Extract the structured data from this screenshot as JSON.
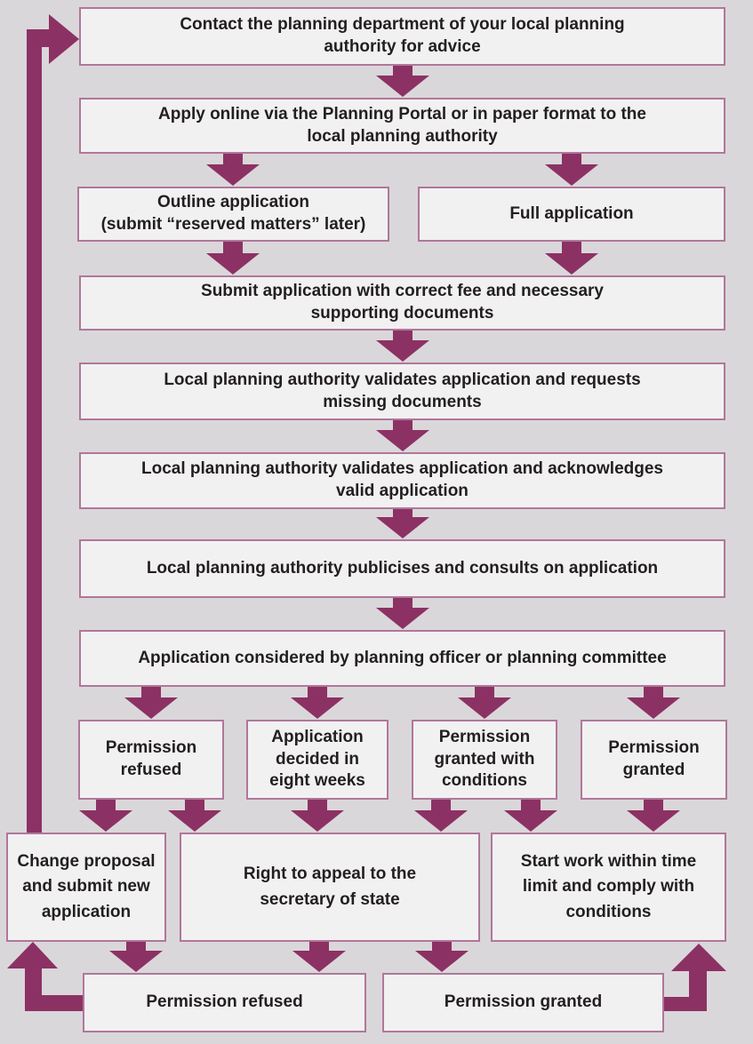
{
  "colors": {
    "background": "#dad7da",
    "box_fill": "#f2f1f2",
    "box_border": "#b0779a",
    "arrow": "#8c3164",
    "text": "#231f20"
  },
  "flowchart": {
    "nodes": {
      "contact": {
        "lines": [
          "Contact the planning department of your local planning",
          "authority for advice"
        ]
      },
      "apply": {
        "lines": [
          "Apply online via the Planning Portal or in paper format to the",
          "local planning authority"
        ]
      },
      "outline_application": {
        "lines": [
          "Outline application",
          "(submit “reserved matters” later)"
        ]
      },
      "full_application": {
        "lines": [
          "Full application"
        ]
      },
      "submit_application": {
        "lines": [
          "Submit application with correct fee and necessary",
          "supporting documents"
        ]
      },
      "validates_requests": {
        "lines": [
          "Local planning authority validates application and requests",
          "missing documents"
        ]
      },
      "validates_acknowledges": {
        "lines": [
          "Local planning authority validates application and acknowledges",
          "valid application"
        ]
      },
      "publicises_consults": {
        "lines": [
          "Local planning authority publicises and consults on application"
        ]
      },
      "application_considered": {
        "lines": [
          "Application considered by planning officer or planning committee"
        ]
      },
      "permission_refused_1": {
        "lines": [
          "Permission",
          "refused"
        ]
      },
      "decided_eight_weeks": {
        "lines": [
          "Application",
          "decided in",
          "eight weeks"
        ]
      },
      "granted_with_conditions": {
        "lines": [
          "Permission",
          "granted with",
          "conditions"
        ]
      },
      "permission_granted_1": {
        "lines": [
          "Permission",
          "granted"
        ]
      },
      "change_proposal": {
        "lines": [
          "Change proposal",
          "and submit new",
          "application"
        ]
      },
      "right_to_appeal": {
        "lines": [
          "Right to appeal to the",
          "secretary of state"
        ]
      },
      "start_work": {
        "lines": [
          "Start work within time",
          "limit and comply with",
          "conditions"
        ]
      },
      "permission_refused_2": {
        "lines": [
          "Permission refused"
        ]
      },
      "permission_granted_2": {
        "lines": [
          "Permission granted"
        ]
      }
    }
  }
}
